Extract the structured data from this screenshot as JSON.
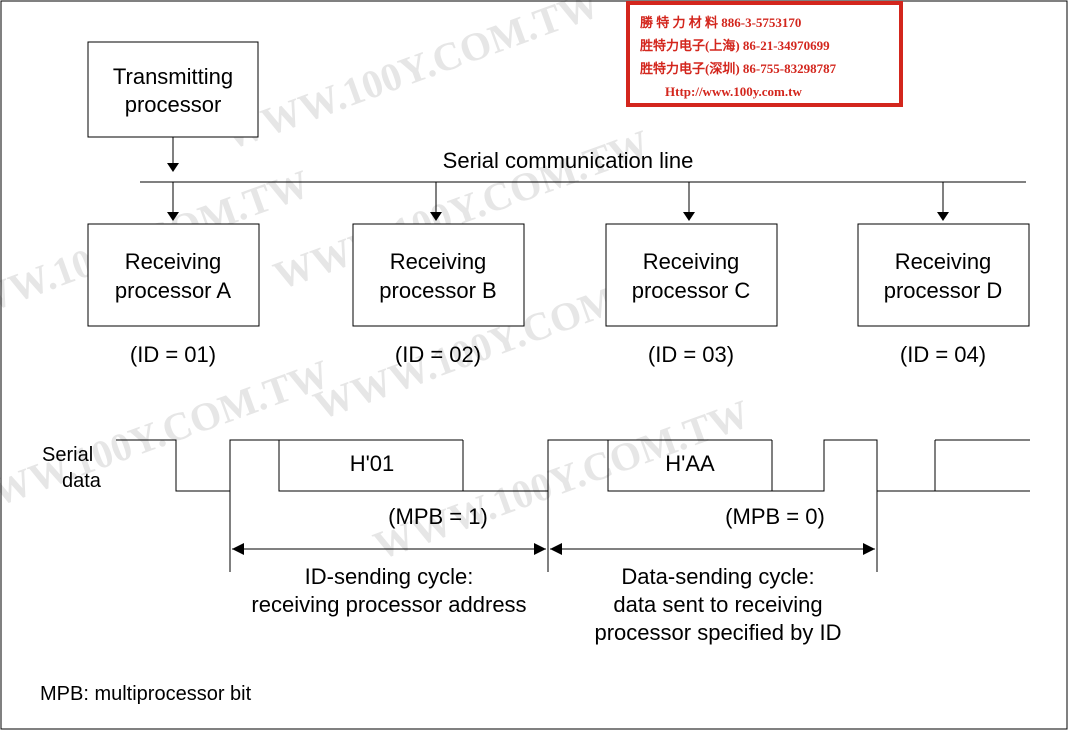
{
  "transmitter": {
    "label_line1": "Transmitting",
    "label_line2": "processor"
  },
  "bus": {
    "label": "Serial communication line"
  },
  "receivers": [
    {
      "line1": "Receiving",
      "line2": "processor A",
      "id": "(ID = 01)"
    },
    {
      "line1": "Receiving",
      "line2": "processor B",
      "id": "(ID = 02)"
    },
    {
      "line1": "Receiving",
      "line2": "processor C",
      "id": "(ID = 03)"
    },
    {
      "line1": "Receiving",
      "line2": "processor D",
      "id": "(ID = 04)"
    }
  ],
  "waveform": {
    "label_line1": "Serial",
    "label_line2": "data",
    "frame1_value": "H'01",
    "frame1_mpb": "(MPB = 1)",
    "frame2_value": "H'AA",
    "frame2_mpb": "(MPB = 0)"
  },
  "cycles": {
    "id_line1": "ID-sending cycle:",
    "id_line2": "receiving processor address",
    "data_line1": "Data-sending cycle:",
    "data_line2": "data sent to receiving",
    "data_line3": "processor specified by ID"
  },
  "legend": {
    "text": "MPB: multiprocessor bit"
  },
  "stamp": {
    "line1": "勝 特 力 材 料 886-3-5753170",
    "line2": "胜特力电子(上海) 86-21-34970699",
    "line3": "胜特力电子(深圳) 86-755-83298787",
    "line4": "Http://www.100y.com.tw",
    "border_color": "#d3261d"
  },
  "watermark": {
    "text": "WWW.100Y.COM.TW"
  }
}
